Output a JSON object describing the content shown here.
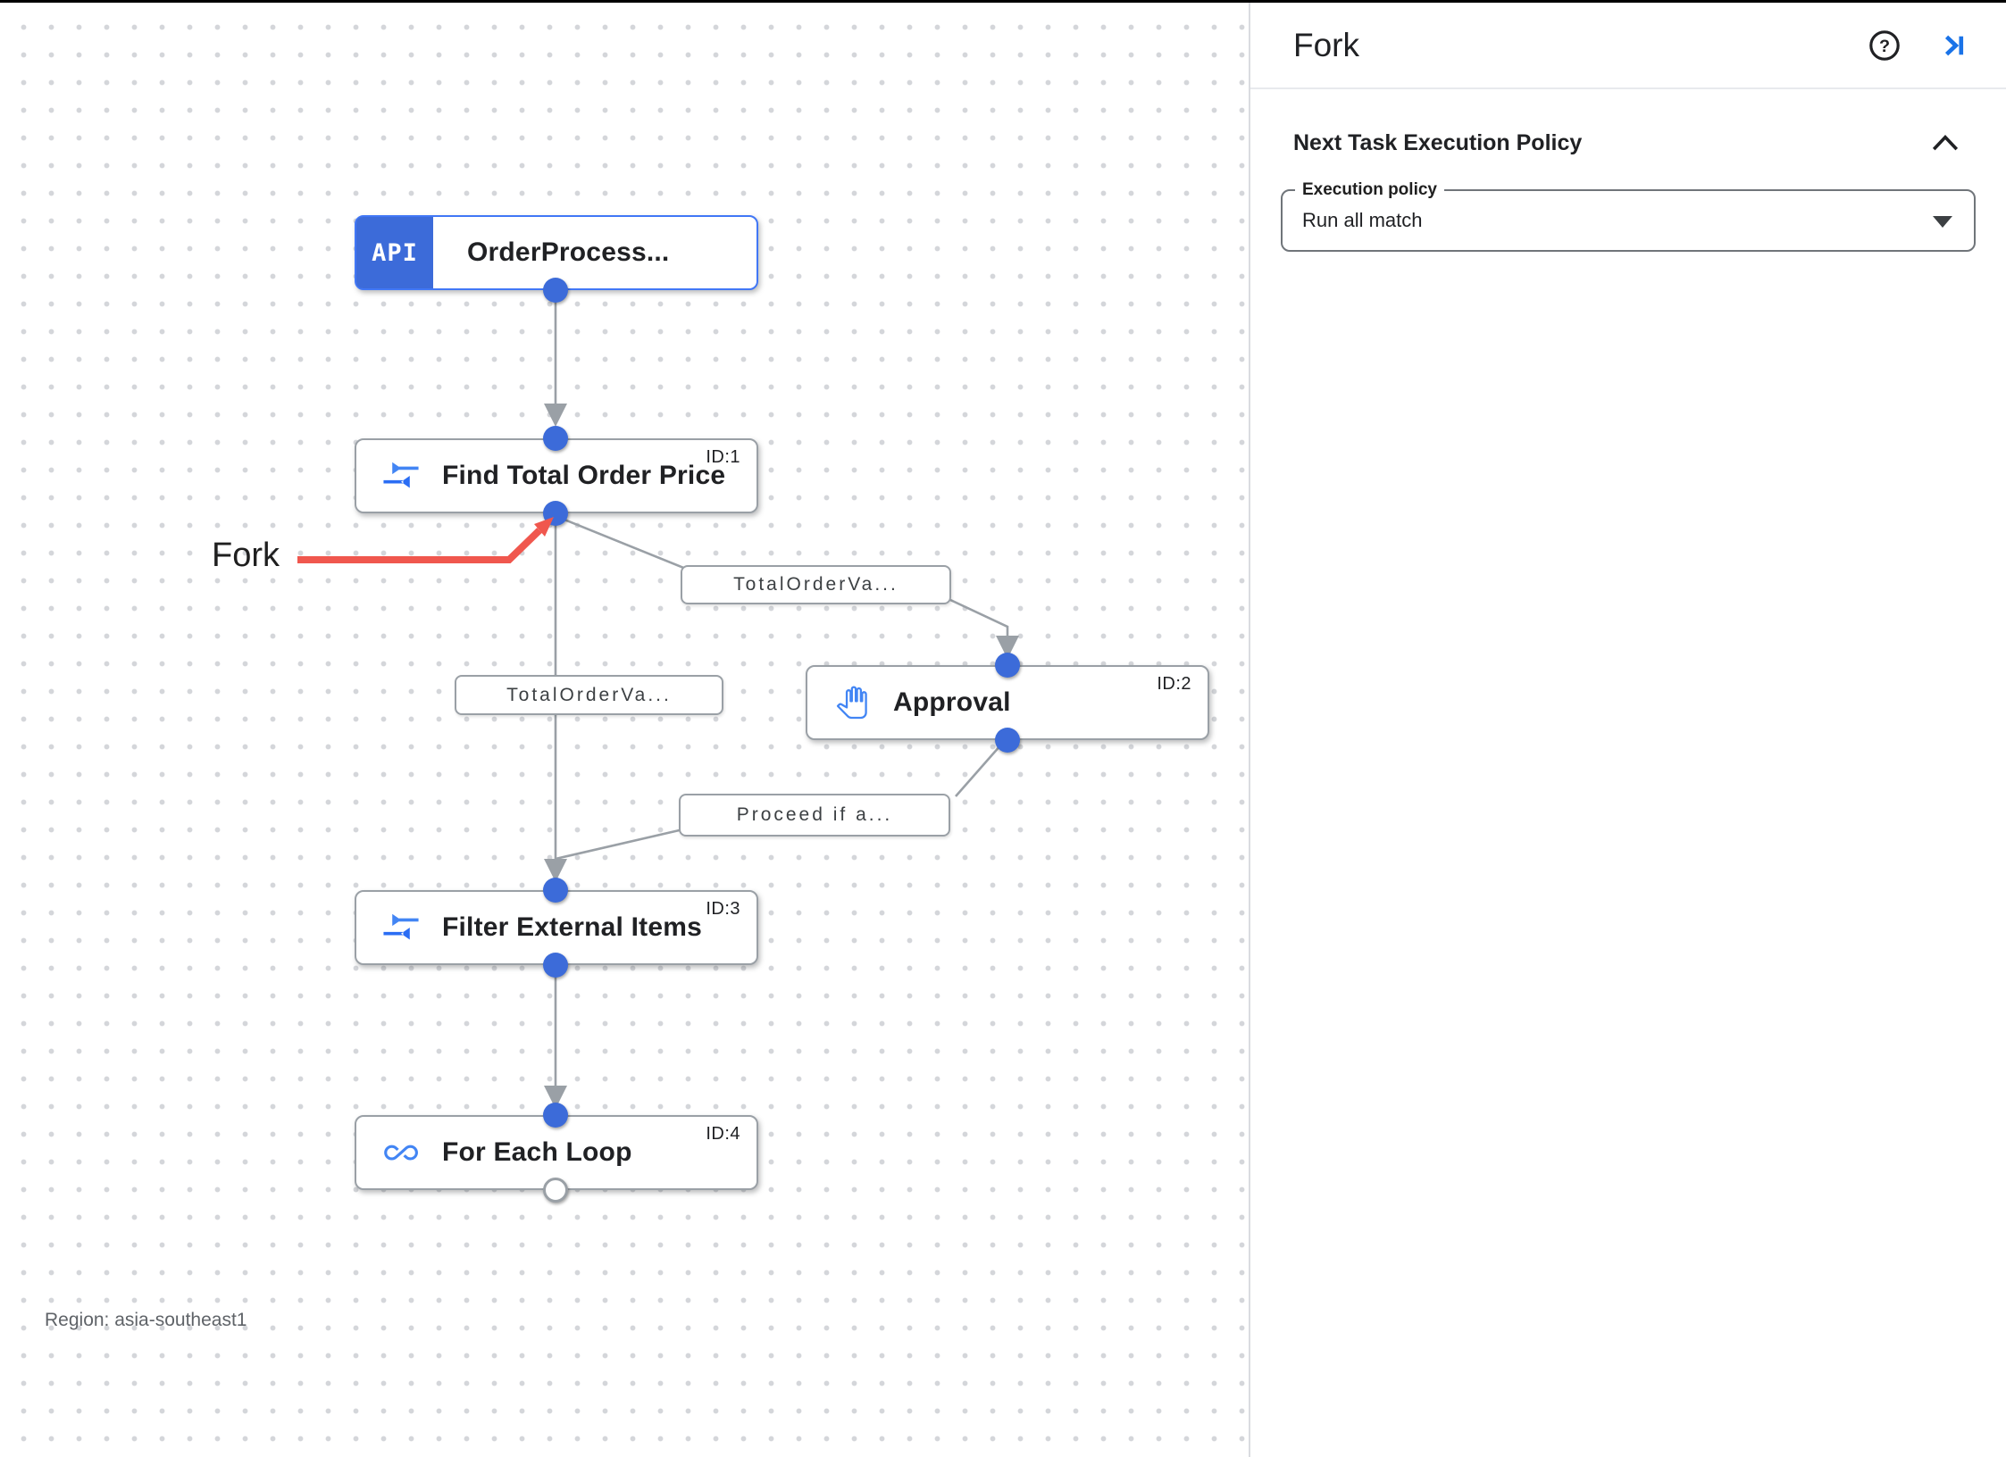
{
  "panel": {
    "title": "Fork",
    "section": {
      "title": "Next Task Execution Policy",
      "execution_policy": {
        "label": "Execution policy",
        "value": "Run all match"
      }
    }
  },
  "canvas": {
    "annotation": {
      "text": "Fork"
    },
    "region_label": "Region: asia-southeast1",
    "nodes": [
      {
        "type": "trigger",
        "chip": "API",
        "label": "OrderProcess...",
        "id_badge": ""
      },
      {
        "type": "task",
        "icon": "data-mapping",
        "label": "Find Total Order Price",
        "id_badge": "ID:1"
      },
      {
        "type": "task",
        "icon": "approval-hand",
        "label": "Approval",
        "id_badge": "ID:2"
      },
      {
        "type": "task",
        "icon": "data-mapping",
        "label": "Filter External Items",
        "id_badge": "ID:3"
      },
      {
        "type": "task",
        "icon": "for-each-loop",
        "label": "For Each Loop",
        "id_badge": "ID:4"
      }
    ],
    "edge_labels": [
      {
        "text": "TotalOrderVa..."
      },
      {
        "text": "TotalOrderVa..."
      },
      {
        "text": "Proceed if a..."
      }
    ]
  },
  "colors": {
    "accent_blue": "#4285f4",
    "port_blue": "#3c6bd9",
    "edge_gray": "#9aa0a6",
    "annotation_red": "#f0574e",
    "panel_link_blue": "#1a73e8"
  }
}
